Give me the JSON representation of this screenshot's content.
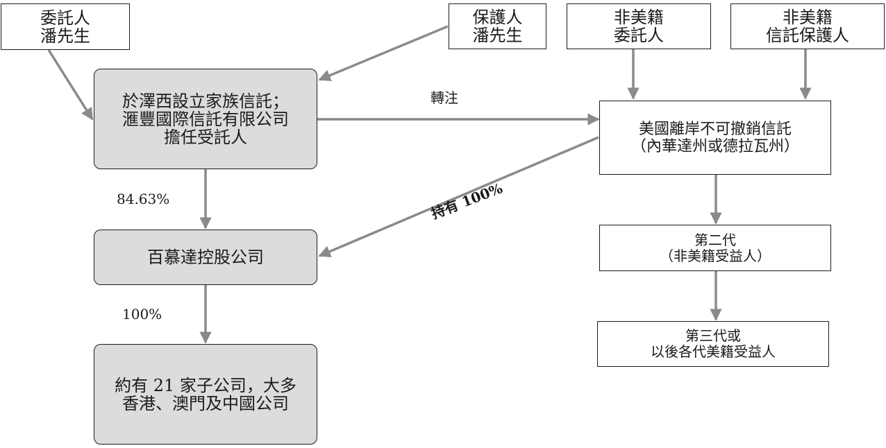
{
  "nodes": {
    "settlor": {
      "lines": [
        "委託人",
        "潘先生"
      ]
    },
    "protector": {
      "lines": [
        "保護人",
        "潘先生"
      ]
    },
    "non_us_settlor": {
      "lines": [
        "非美籍",
        "委託人"
      ]
    },
    "non_us_protector": {
      "lines": [
        "非美籍",
        "信託保護人"
      ]
    },
    "jersey_trust": {
      "lines": [
        "於澤西設立家族信託；",
        "滙豐國際信託有限公司",
        "擔任受託人"
      ]
    },
    "us_trust": {
      "lines": [
        "美國離岸不可撤銷信託",
        "（內華達州或德拉瓦州）"
      ]
    },
    "holding_co": {
      "lines": [
        "百慕達控股公司"
      ]
    },
    "second_gen": {
      "lines": [
        "第二代",
        "（非美籍受益人）"
      ]
    },
    "subsidiaries": {
      "lines": [
        "約有 21 家子公司，大多",
        "香港、澳門及中國公司"
      ]
    },
    "third_gen": {
      "lines": [
        "第三代或",
        "以後各代美籍受益人"
      ]
    }
  },
  "edge_labels": {
    "transfer": "轉注",
    "hold_100": "持有 100%",
    "pct_8463": "84.63%",
    "pct_100": "100%"
  },
  "colors": {
    "arrow": "#8a8a8a",
    "shaded_box": "#dcdcdc",
    "border": "#1a1a1a"
  }
}
